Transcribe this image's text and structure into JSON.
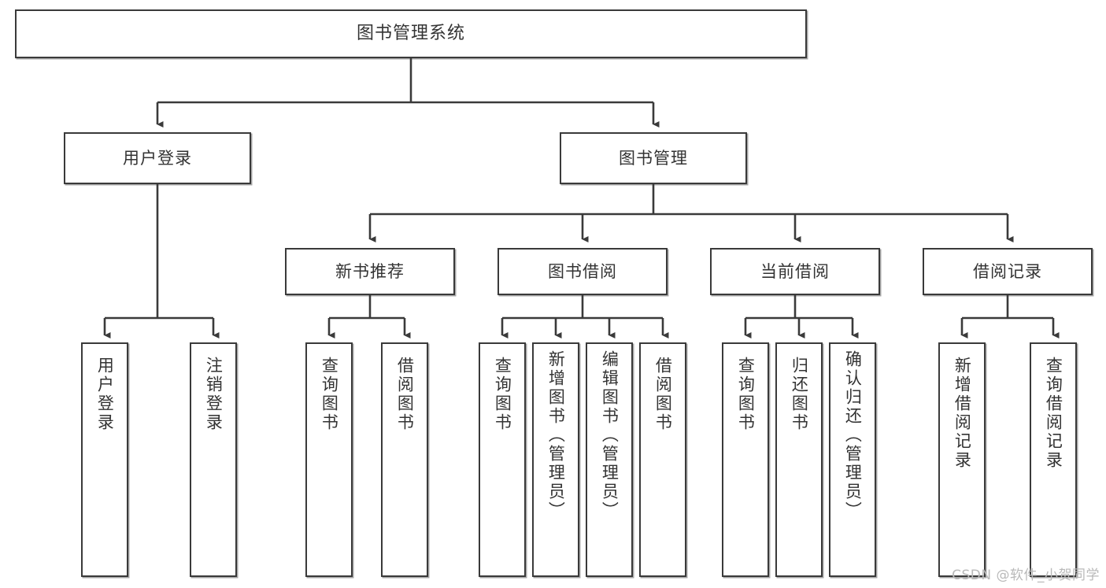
{
  "diagram": {
    "type": "tree",
    "title": "图书管理系统",
    "root": {
      "id": "root",
      "label": "图书管理系统"
    },
    "level2": [
      {
        "id": "user-login",
        "label": "用户登录"
      },
      {
        "id": "book-manage",
        "label": "图书管理"
      }
    ],
    "level3": [
      {
        "id": "new-book-rec",
        "label": "新书推荐",
        "parent": "book-manage"
      },
      {
        "id": "book-borrow",
        "label": "图书借阅",
        "parent": "book-manage"
      },
      {
        "id": "current-borrow",
        "label": "当前借阅",
        "parent": "book-manage"
      },
      {
        "id": "borrow-record",
        "label": "借阅记录",
        "parent": "book-manage"
      }
    ],
    "leaves": [
      {
        "id": "leaf-user-login",
        "label": "用户登录",
        "parent": "user-login"
      },
      {
        "id": "leaf-user-logout",
        "label": "注销登录",
        "parent": "user-login"
      },
      {
        "id": "leaf-query-book-1",
        "label": "查询图书",
        "parent": "new-book-rec"
      },
      {
        "id": "leaf-borrow-book-1",
        "label": "借阅图书",
        "parent": "new-book-rec"
      },
      {
        "id": "leaf-query-book-2",
        "label": "查询图书",
        "parent": "book-borrow"
      },
      {
        "id": "leaf-add-book",
        "label": "新增图书（管理员）",
        "parent": "book-borrow"
      },
      {
        "id": "leaf-edit-book",
        "label": "编辑图书（管理员）",
        "parent": "book-borrow"
      },
      {
        "id": "leaf-borrow-book-2",
        "label": "借阅图书",
        "parent": "book-borrow"
      },
      {
        "id": "leaf-query-book-3",
        "label": "查询图书",
        "parent": "current-borrow"
      },
      {
        "id": "leaf-return-book",
        "label": "归还图书",
        "parent": "current-borrow"
      },
      {
        "id": "leaf-confirm-return",
        "label": "确认归还（管理员）",
        "parent": "current-borrow"
      },
      {
        "id": "leaf-add-record",
        "label": "新增借阅记录",
        "parent": "borrow-record"
      },
      {
        "id": "leaf-query-record",
        "label": "查询借阅记录",
        "parent": "borrow-record"
      }
    ]
  },
  "watermark": {
    "text": "CSDN @软件_小贺同学"
  },
  "colors": {
    "border": "#3a3a3a",
    "text": "#333333",
    "background": "#ffffff",
    "watermark": "#b9b9b9"
  }
}
